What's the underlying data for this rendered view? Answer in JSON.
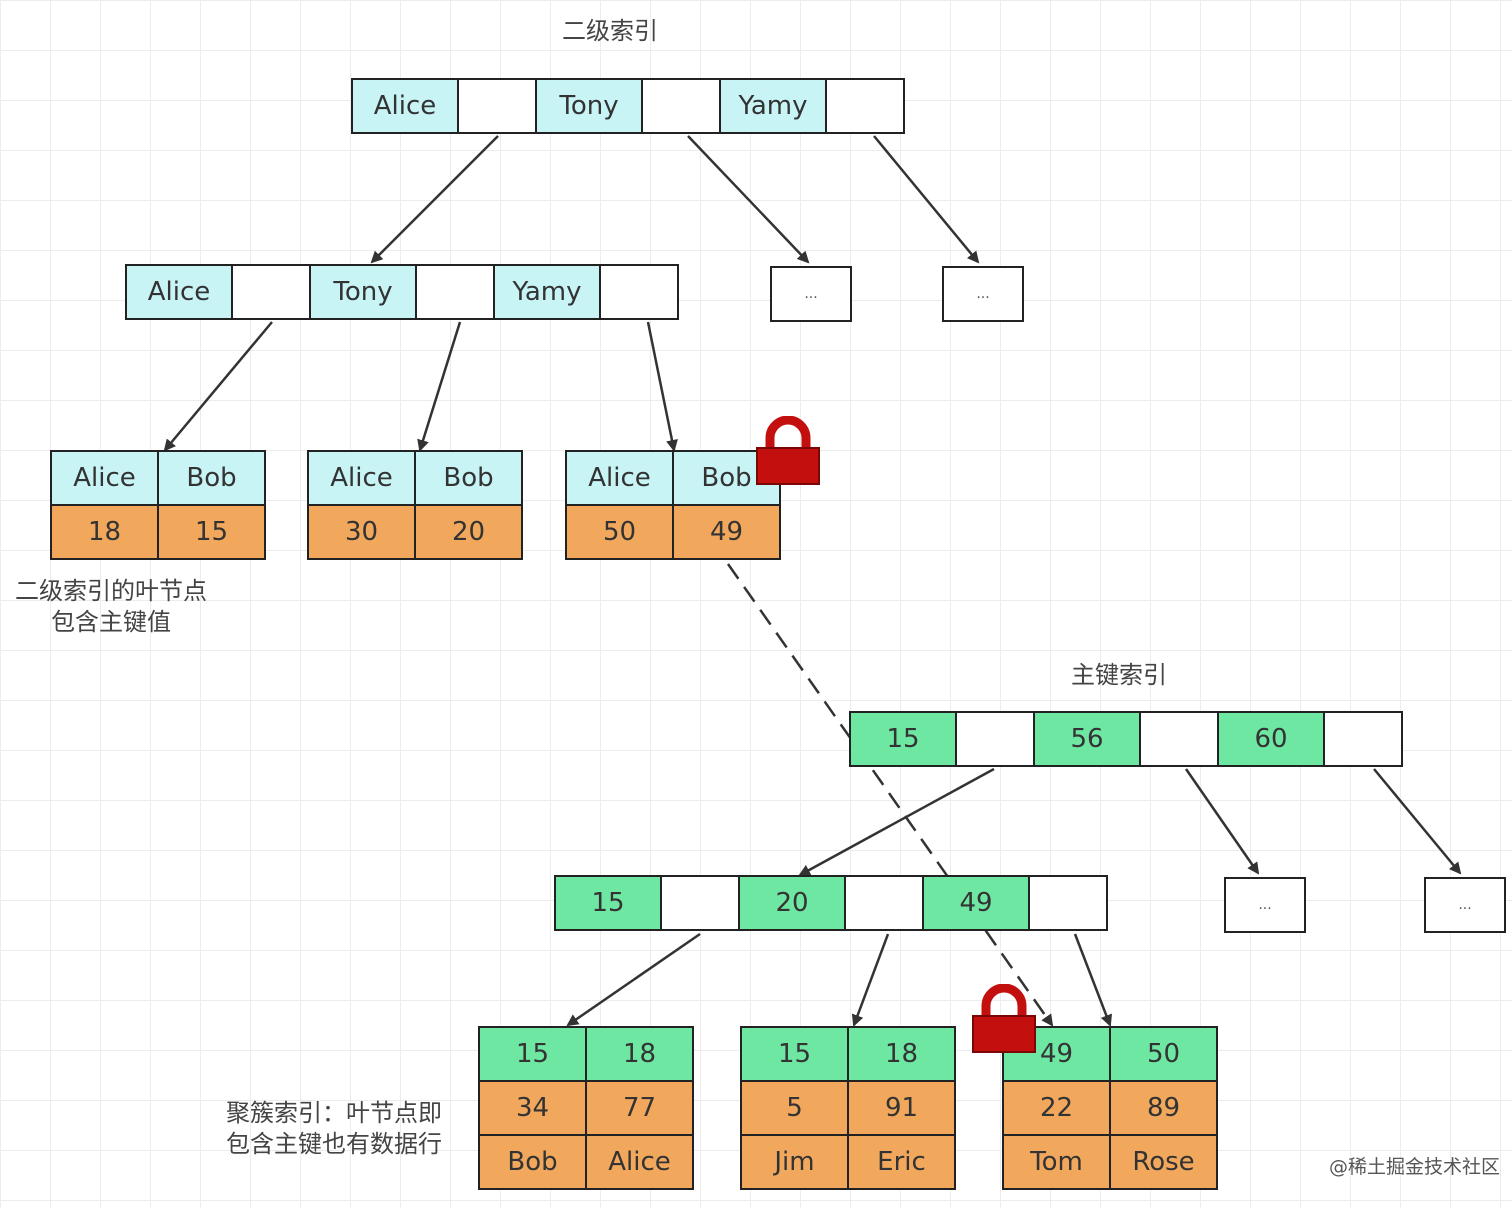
{
  "secondary": {
    "title": "二级索引",
    "root": [
      "Alice",
      "Tony",
      "Yamy"
    ],
    "level2": [
      "Alice",
      "Tony",
      "Yamy"
    ],
    "ellipsis": [
      "...",
      "..."
    ],
    "leaves": [
      {
        "names": [
          "Alice",
          "Bob"
        ],
        "keys": [
          "18",
          "15"
        ]
      },
      {
        "names": [
          "Alice",
          "Bob"
        ],
        "keys": [
          "30",
          "20"
        ]
      },
      {
        "names": [
          "Alice",
          "Bob"
        ],
        "keys": [
          "50",
          "49"
        ]
      }
    ],
    "note_line1": "二级索引的叶节点",
    "note_line2": "包含主键值"
  },
  "primary": {
    "title": "主键索引",
    "root": [
      "15",
      "56",
      "60"
    ],
    "level2": [
      "15",
      "20",
      "49"
    ],
    "ellipsis": [
      "...",
      "..."
    ],
    "leaves": [
      {
        "keys": [
          "15",
          "18"
        ],
        "ages": [
          "34",
          "77"
        ],
        "names": [
          "Bob",
          "Alice"
        ]
      },
      {
        "keys": [
          "15",
          "18"
        ],
        "ages": [
          "5",
          "91"
        ],
        "names": [
          "Jim",
          "Eric"
        ]
      },
      {
        "keys": [
          "49",
          "50"
        ],
        "ages": [
          "22",
          "89"
        ],
        "names": [
          "Tom",
          "Rose"
        ]
      }
    ],
    "note_line1": "聚簇索引：叶节点即",
    "note_line2": "包含主键也有数据行"
  },
  "watermark": "@稀土掘金技术社区",
  "colors": {
    "secondary_key": "#c8f4f6",
    "primary_key": "#6ee7a3",
    "value_cell": "#f2a85c",
    "lock": "#c40f0f"
  }
}
